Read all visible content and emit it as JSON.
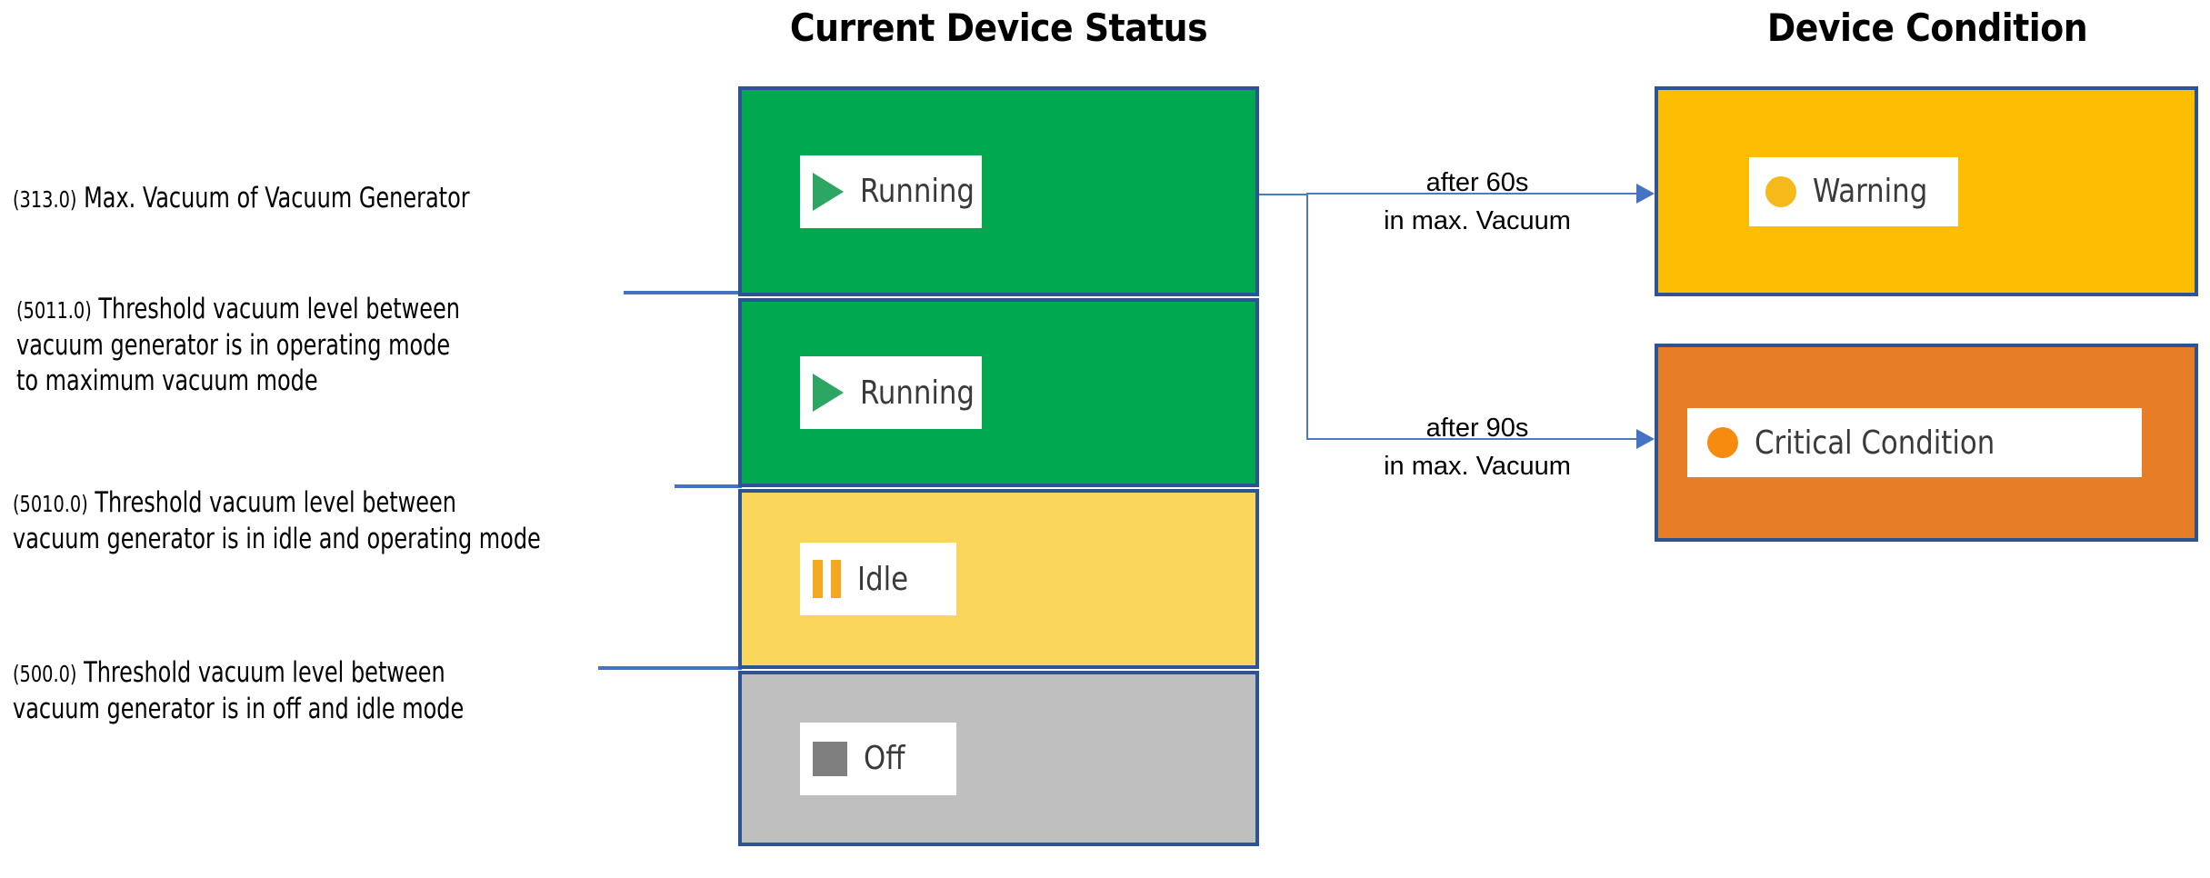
{
  "headings": {
    "status": "Current Device Status",
    "condition": "Device Condition"
  },
  "annotations": [
    {
      "id": "max-vacuum",
      "value": "(313.0)",
      "text": " Max. Vacuum of Vacuum Generator"
    },
    {
      "id": "threshold-5011",
      "value": "(5011.0)",
      "text": " Threshold vacuum level between\nvacuum generator is in operating mode\nto maximum vacuum mode"
    },
    {
      "id": "threshold-5010",
      "value": "(5010.0)",
      "text": " Threshold vacuum level between\nvacuum generator is in idle and operating mode"
    },
    {
      "id": "threshold-500",
      "value": "(500.0)",
      "text": " Threshold vacuum level between\nvacuum generator is in off and idle mode"
    }
  ],
  "status_boxes": [
    {
      "id": "running-1",
      "label": "Running",
      "icon": "play-icon",
      "fill": "#00A94F"
    },
    {
      "id": "running-2",
      "label": "Running",
      "icon": "play-icon",
      "fill": "#00A94F"
    },
    {
      "id": "idle",
      "label": "Idle",
      "icon": "pause-icon",
      "fill": "#FAD55C"
    },
    {
      "id": "off",
      "label": "Off",
      "icon": "stop-icon",
      "fill": "#BFBFBF"
    }
  ],
  "condition_boxes": [
    {
      "id": "warning",
      "label": "Warning",
      "icon": "dot-icon",
      "fill": "#FCBD02"
    },
    {
      "id": "critical",
      "label": "Critical Condition",
      "icon": "dot-icon",
      "fill": "#E87D28"
    }
  ],
  "transitions": [
    {
      "id": "to-warning",
      "text": "after 60s\nin max. Vacuum"
    },
    {
      "id": "to-critical",
      "text": "after 90s\nin max. Vacuum"
    }
  ],
  "colors": {
    "border_blue": "#2E5395",
    "connector_blue": "#4472C4",
    "green": "#00A94F",
    "yellow": "#FAD55C",
    "gray": "#BFBFBF",
    "amber": "#FCBD02",
    "orange": "#E87D28"
  }
}
